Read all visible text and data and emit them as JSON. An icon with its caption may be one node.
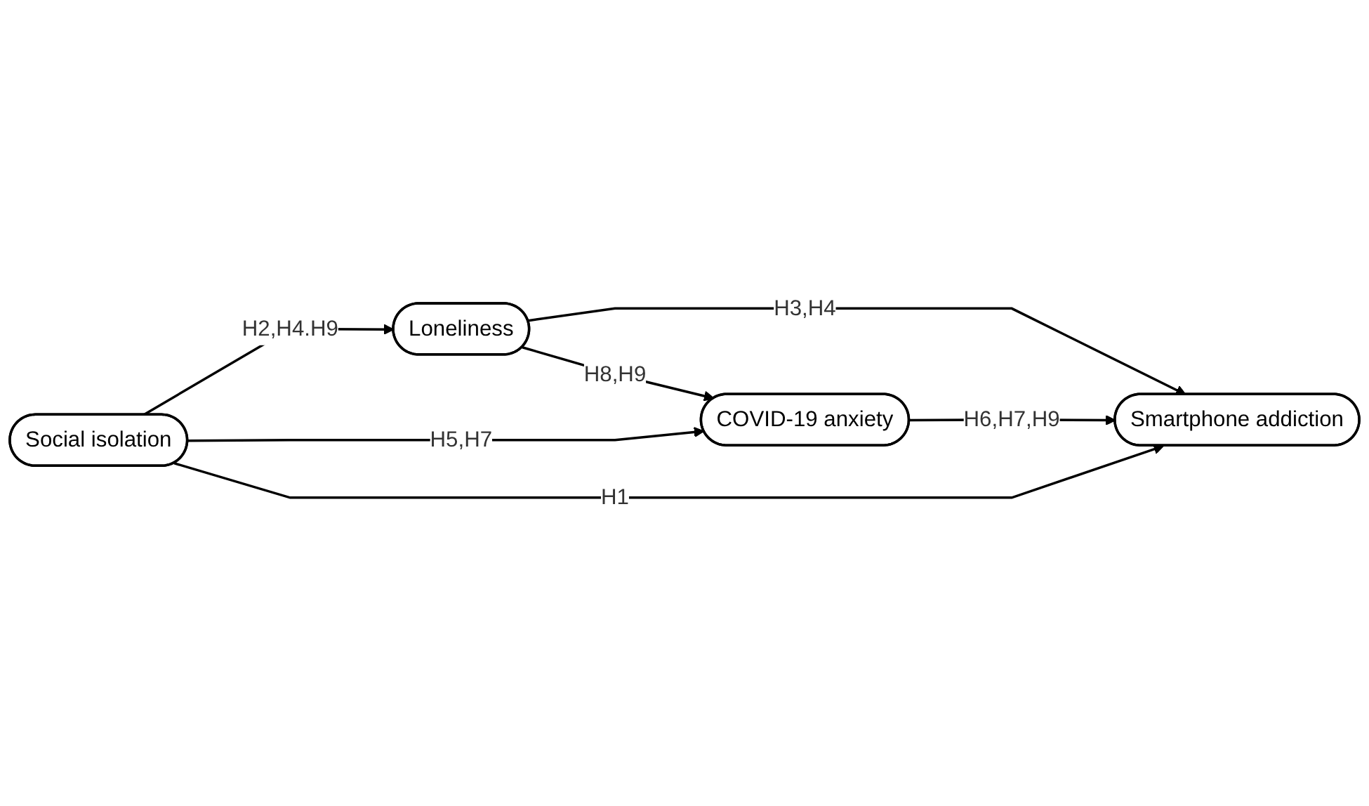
{
  "diagram": {
    "nodes": [
      {
        "text": [
          "Loneliness"
        ]
      },
      {
        "text": [
          "COVID-19 anxiety"
        ]
      },
      {
        "text": [
          "Social isolation"
        ]
      },
      {
        "text": [
          "Smartphone addiction"
        ]
      }
    ],
    "edges": [
      {
        "from": 0,
        "to": 1,
        "arrow": "to",
        "label": "H8,H9"
      },
      {
        "from": 2,
        "to": 0,
        "arrow": "to",
        "label": "H2,H4.H9"
      },
      {
        "from": 2,
        "to": 1,
        "arrow": "to",
        "label": "H5,H7"
      },
      {
        "from": 0,
        "to": 3,
        "arrow": "to",
        "label": "H3,H4"
      },
      {
        "from": 1,
        "to": 3,
        "arrow": "to",
        "label": "H6,H7,H9"
      },
      {
        "from": 2,
        "to": 3,
        "arrow": "to",
        "label": "H1"
      }
    ]
  }
}
